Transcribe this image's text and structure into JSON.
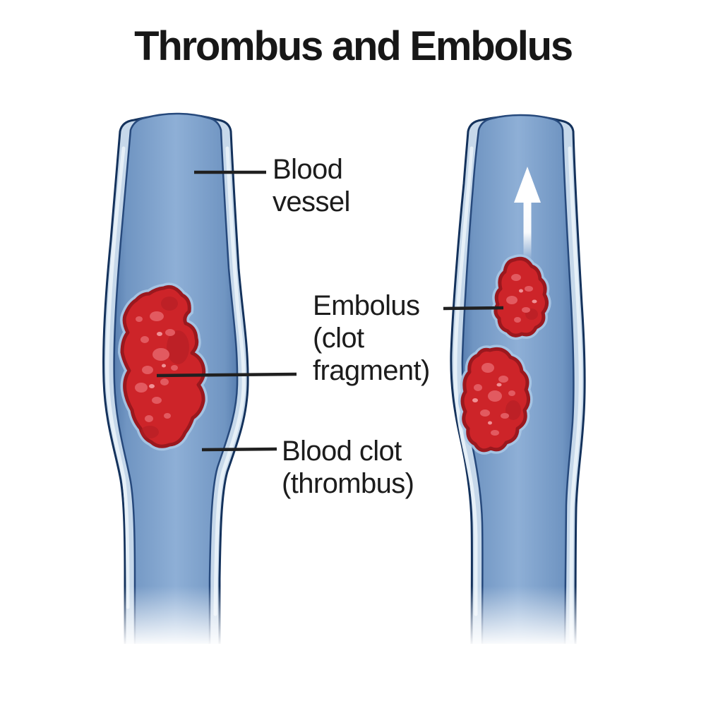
{
  "title": "Thrombus and Embolus",
  "labels": {
    "blood_vessel": {
      "lines": [
        "Blood",
        "vessel"
      ]
    },
    "embolus": {
      "lines": [
        "Embolus",
        "(clot",
        "fragment)"
      ]
    },
    "blood_clot": {
      "lines": [
        "Blood clot",
        "(thrombus)"
      ]
    }
  },
  "icons": {
    "flow_arrow": "up-arrow-icon"
  },
  "colors": {
    "background": "#ffffff",
    "text": "#1c1c1c",
    "leader_line": "#202020",
    "vessel_wall_band": "#c6d8ea",
    "vessel_wall_highlight": "#e8f1f9",
    "vessel_outer_outline": "#14325c",
    "vessel_inner_outline": "#26497c",
    "lumen_center": "#8eafd6",
    "lumen_edge": "#597fb0",
    "clot_main": "#cd2429",
    "clot_outline": "#9a181e",
    "clot_spot_light": "#e25a60",
    "clot_spot_bright": "#ef9094",
    "clot_halo": "#a8c6e4",
    "flow_arrow": "#ffffff"
  }
}
